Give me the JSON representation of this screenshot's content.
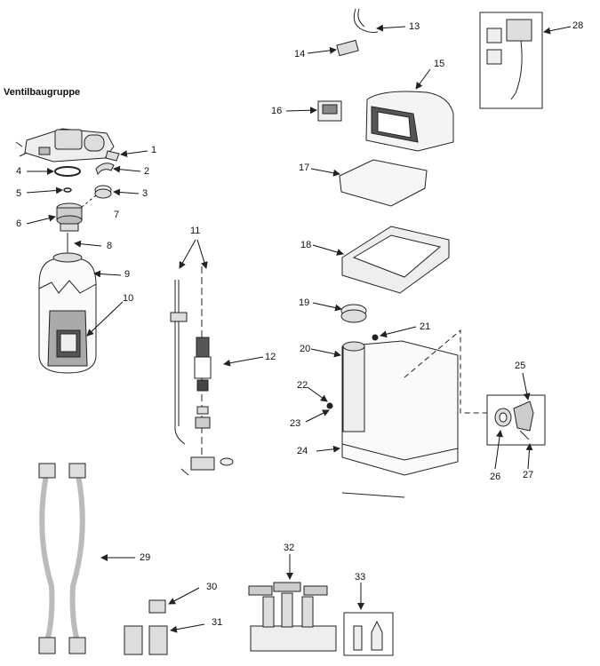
{
  "title": "Ventilbaugruppe",
  "labels": {
    "n1": "1",
    "n2": "2",
    "n3": "3",
    "n4": "4",
    "n5": "5",
    "n6": "6",
    "n7": "7",
    "n8": "8",
    "n9": "9",
    "n10": "10",
    "n11": "11",
    "n12": "12",
    "n13": "13",
    "n14": "14",
    "n15": "15",
    "n16": "16",
    "n17": "17",
    "n18": "18",
    "n19": "19",
    "n20": "20",
    "n21": "21",
    "n22": "22",
    "n23": "23",
    "n24": "24",
    "n25": "25",
    "n26": "26",
    "n27": "27",
    "n28": "28",
    "n29": "29",
    "n30": "30",
    "n31": "31",
    "n32": "32",
    "n33": "33"
  },
  "colors": {
    "line": "#222222",
    "shade": "#cccccc",
    "dark": "#555555"
  }
}
